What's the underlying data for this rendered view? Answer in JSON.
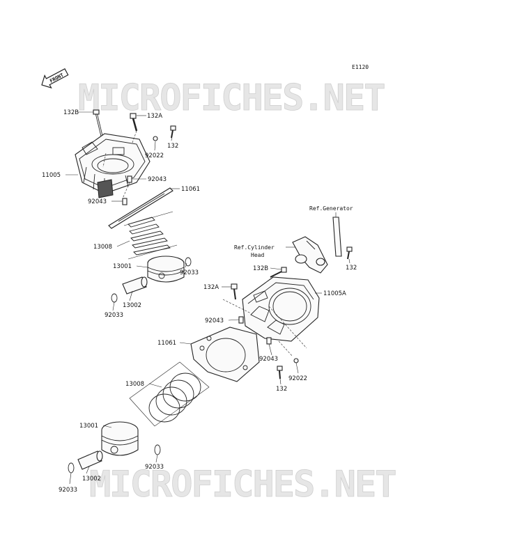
{
  "watermark": "MICROFICHES.NET",
  "diagram_code": "E1120",
  "front_label": "FRONT",
  "labels": {
    "p132B_top": "132B",
    "p132A_top": "132A",
    "p132_top": "132",
    "p92022_top": "92022",
    "p11005": "11005",
    "p92043_upper": "92043",
    "p11061_top": "11061",
    "p92043_left": "92043",
    "p13008_top": "13008",
    "p13001_top": "13001",
    "p92033_top_right": "92033",
    "p13002_top": "13002",
    "p92033_top_left": "92033",
    "ref_generator": "Ref.Generator",
    "ref_cylinder_head_1": "Ref.Cylinder",
    "ref_cylinder_head_2": "Head",
    "p132_right": "132",
    "p132B_mid": "132B",
    "p132A_mid": "132A",
    "p11005A": "11005A",
    "p92043_mid": "92043",
    "p11061_bottom": "11061",
    "p92043_lower": "92043",
    "p92022_bottom": "92022",
    "p132_bottom": "132",
    "p13008_bottom": "13008",
    "p13001_bottom": "13001",
    "p92033_bottom_right": "92033",
    "p13002_bottom": "13002",
    "p92033_bottom_left": "92033"
  }
}
